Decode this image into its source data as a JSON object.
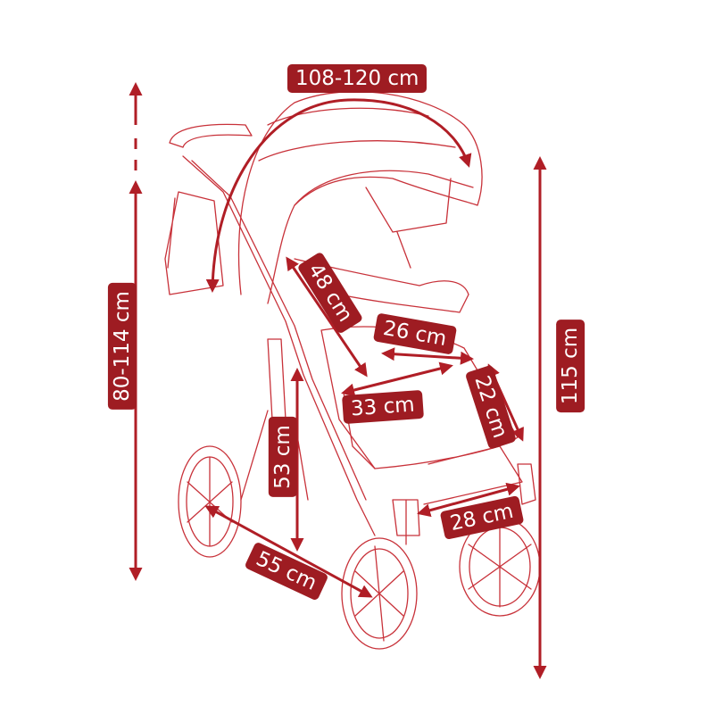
{
  "title": "Stroller dimensions",
  "colors": {
    "accent": "#9e1c22",
    "outline": "#c8323a"
  },
  "dimensions": {
    "canopy_arc": "108-120 cm",
    "handle_height": "80-114 cm",
    "total_height": "115 cm",
    "backrest_length": "48 cm",
    "seat_depth": "26 cm",
    "seat_width": "33 cm",
    "footrest_length": "22 cm",
    "seat_height": "53 cm",
    "wheelbase": "55 cm",
    "footrest_width": "28 cm"
  }
}
